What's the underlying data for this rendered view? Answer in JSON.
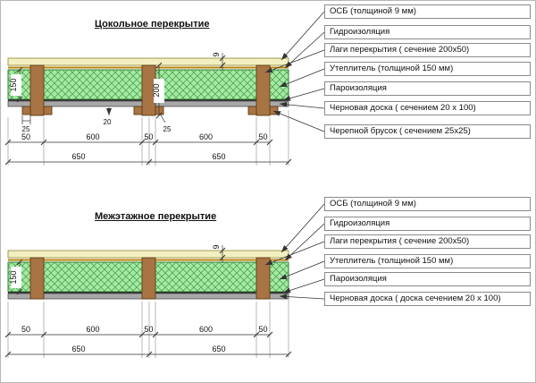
{
  "sections": [
    {
      "title": "Цокольное перекрытие",
      "labels": {
        "osb": "ОСБ (толщиной 9 мм)",
        "hydro": "Гидроизоляция",
        "lagi": "Лаги перекрытия ( сечение 200х50)",
        "uteplitel": "Утеплитель (толщиной 150 мм)",
        "paro": "Пароизоляция",
        "chernovaya": "Черновая доска ( сечением 20 х 100)",
        "cherepnoy": "Черепной брусок ( сечением 25х25)"
      },
      "dimensions": {
        "height_insulation": "150",
        "height_joist": "200",
        "board_thickness": "20",
        "bar_left": "25",
        "bar_mid": "25",
        "osb_thickness": "9",
        "row_spacing": [
          "50",
          "600",
          "50",
          "600",
          "50"
        ],
        "row_total": [
          "650",
          "650"
        ]
      }
    },
    {
      "title": "Межэтажное перекрытие",
      "labels": {
        "osb": "ОСБ (толщиной 9 мм)",
        "hydro": "Гидроизоляция",
        "lagi": "Лаги перекрытия ( сечение 200х50)",
        "uteplitel": "Утеплитель (толщиной 150 мм)",
        "paro": "Пароизоляция",
        "chernovaya": "Черновая доска ( доска сечением 20 х 100)"
      },
      "dimensions": {
        "height_insulation": "150",
        "osb_thickness": "9",
        "row_spacing": [
          "50",
          "600",
          "50",
          "600",
          "50"
        ],
        "row_total": [
          "650",
          "650"
        ]
      }
    }
  ],
  "colors": {
    "insulation": "#a6e8a6",
    "insulation_hatch": "#3f9d3f",
    "osb": "#f2efc0",
    "waterproofing": "#b8860b",
    "joist": "#a87444",
    "rough_board": "#a8a8a8"
  }
}
